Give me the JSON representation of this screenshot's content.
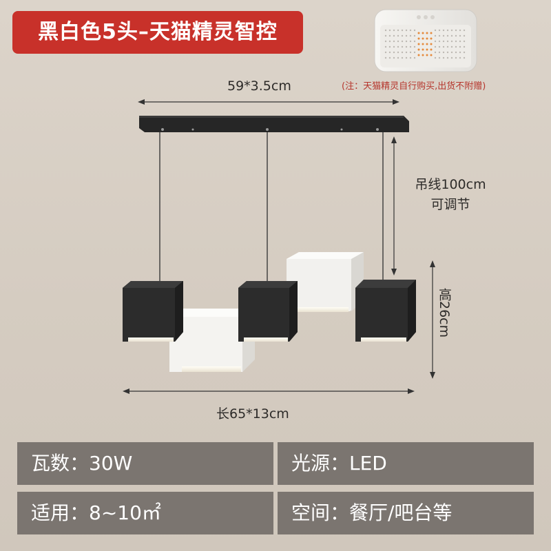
{
  "title": "黑白色5头–天猫精灵智控",
  "speaker_note": "(注：天猫精灵自行购买,出货不附赠)",
  "dimensions": {
    "top_bar": "59*3.5cm",
    "cable_line1": "吊线100cm",
    "cable_line2": "可调节",
    "length": "长65*13cm",
    "height": "高26cm"
  },
  "specs": {
    "wattage": "瓦数：30W",
    "light_source": "光源：LED",
    "area": "适用：8~10㎡",
    "space": "空间：餐厅/吧台等"
  },
  "colors": {
    "title_bg": "#c8312a",
    "note_text": "#b5352c",
    "spec_bg": "#7b7570",
    "lamp_black": "#2e2e2e",
    "lamp_white": "#f4f3f0"
  }
}
